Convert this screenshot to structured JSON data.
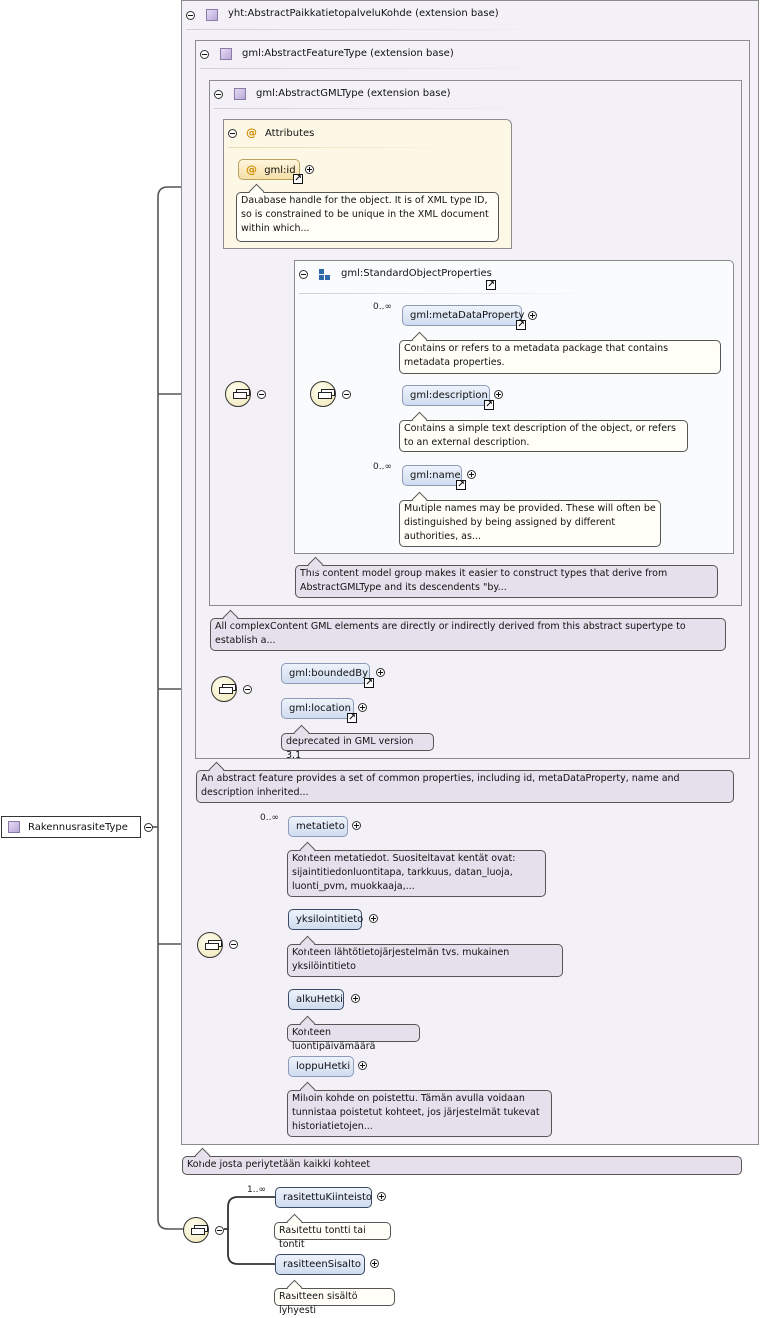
{
  "root": {
    "name": "RakennusrasiteType"
  },
  "ext_outer": {
    "title": "yht:AbstractPaikkatietopalveluKohde (extension base)",
    "doc": "Kohde josta periytetään kaikki kohteet"
  },
  "ext_feature": {
    "title": "gml:AbstractFeatureType (extension base)",
    "doc": "An abstract feature provides a set of common properties, including id, metaDataProperty, name and description inherited..."
  },
  "ext_gml": {
    "title": "gml:AbstractGMLType (extension base)",
    "doc": "All complexContent GML elements are directly or indirectly derived from this abstract supertype to establish a..."
  },
  "attributes": {
    "title": "Attributes",
    "id_label": "gml:id",
    "id_doc": "Database handle for the object. It is of XML type ID, so is constrained to be unique in the XML document within which..."
  },
  "std_props": {
    "title": "gml:StandardObjectProperties",
    "doc": "This content model group makes it easier to construct types that derive from AbstractGMLType and its descendents \"by...",
    "items": [
      {
        "label": "gml:metaDataProperty",
        "card": "0..∞",
        "doc": "Contains or refers to a metadata package that contains metadata properties."
      },
      {
        "label": "gml:description",
        "card": "",
        "doc": "Contains a simple text description of the object, or refers to an external description."
      },
      {
        "label": "gml:name",
        "card": "0..∞",
        "doc": "Multiple names may be provided. These will often be distinguished by being assigned by different authorities, as..."
      }
    ]
  },
  "feature_seq": {
    "items": [
      {
        "label": "gml:boundedBy",
        "doc": ""
      },
      {
        "label": "gml:location",
        "doc": "deprecated in GML version 3.1"
      }
    ]
  },
  "kohde_seq": {
    "items": [
      {
        "label": "metatieto",
        "card": "0..∞",
        "doc": "Kohteen metatiedot. Suositeltavat kentät ovat: sijaintitiedonluontitapa, tarkkuus, datan_luoja, luonti_pvm, muokkaaja,..."
      },
      {
        "label": "yksilointitieto",
        "card": "",
        "doc": "Kohteen lähtötietojärjestelmän tvs. mukainen yksilöintitieto"
      },
      {
        "label": "alkuHetki",
        "card": "",
        "doc": "Kohteen luontipäivämäärä"
      },
      {
        "label": "loppuHetki",
        "card": "",
        "doc": "Milloin kohde on poistettu. Tämän avulla voidaan tunnistaa poistetut kohteet, jos järjestelmät tukevat historiatietojen..."
      }
    ]
  },
  "rasite_seq": {
    "items": [
      {
        "label": "rasitettuKiinteisto",
        "card": "1..∞",
        "doc": "Rasitettu tontti tai tontit"
      },
      {
        "label": "rasitteenSisalto",
        "card": "",
        "doc": "Rasitteen sisältö lyhyesti"
      }
    ]
  },
  "colors": {
    "line": "#555555",
    "doc_bg": "#e6e0ec",
    "element_bg": "#d6e2f3"
  }
}
